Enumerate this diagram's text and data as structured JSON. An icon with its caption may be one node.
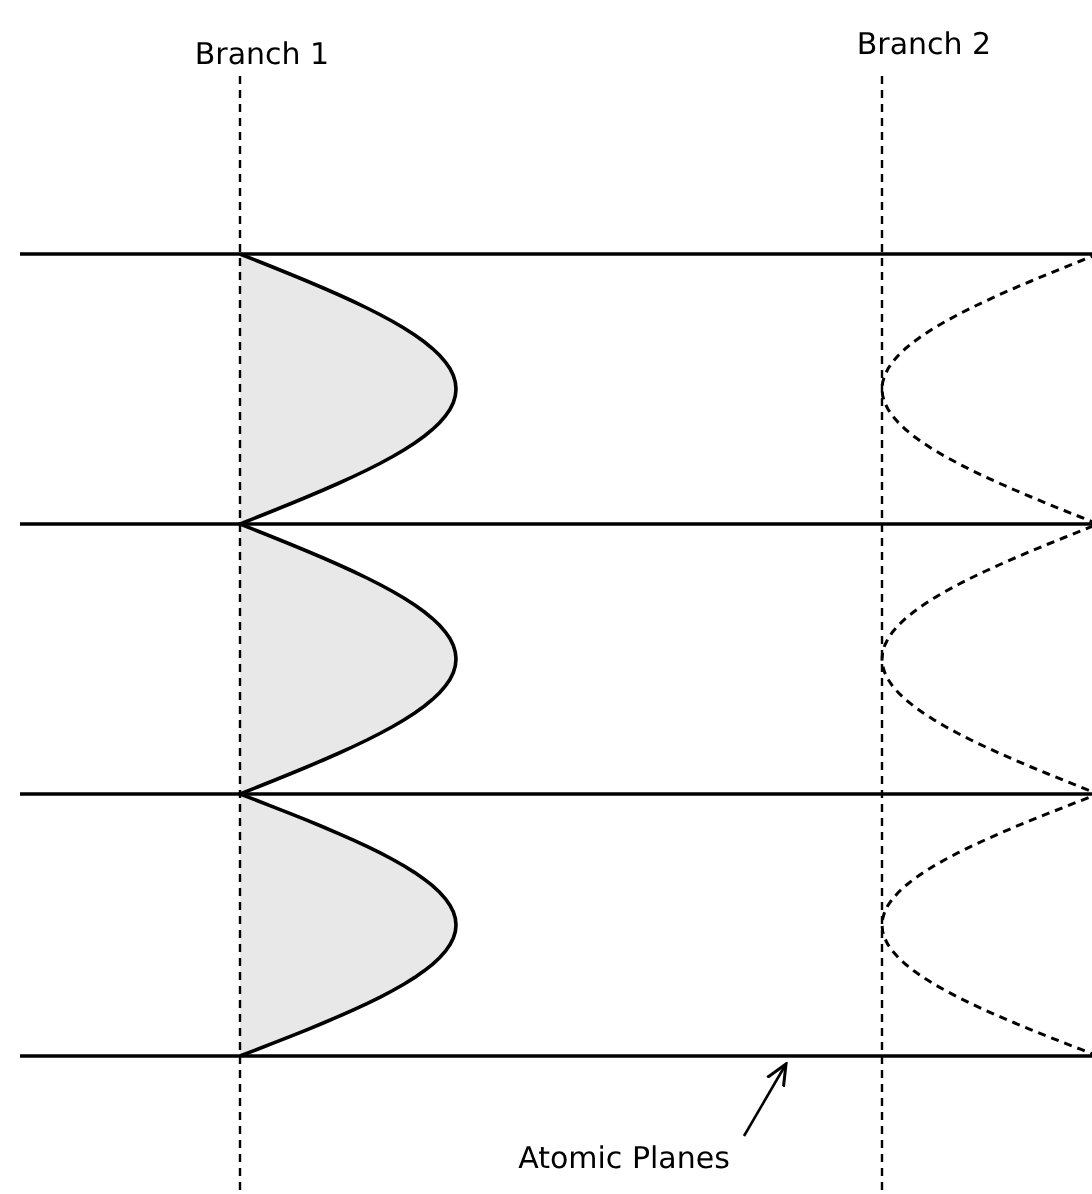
{
  "diagram": {
    "nodes": [
      {
        "text": [
          "Atomic Planes"
        ]
      },
      {
        "text": [],
        "shape": "bar"
      }
    ],
    "edges": [
      {
        "from": 0,
        "to": 1,
        "arrow": "to"
      }
    ],
    "labels": [
      "Branch 1",
      "Branch 2"
    ]
  }
}
